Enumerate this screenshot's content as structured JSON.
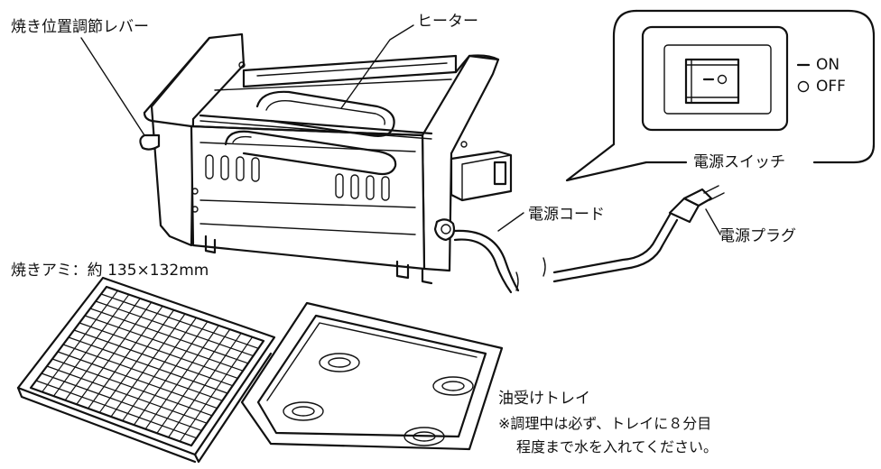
{
  "labels": {
    "lever": "焼き位置調節レバー",
    "heater": "ヒーター",
    "switch_on": "ON",
    "switch_off": "OFF",
    "power_switch": "電源スイッチ",
    "power_cord": "電源コード",
    "power_plug": "電源プラグ",
    "grill_net": "焼きアミ：約 135×132mm",
    "oil_tray": "油受けトレイ",
    "note_line1": "※調理中は必ず、トレイに８分目",
    "note_line2": "程度まで水を入れてください。"
  }
}
